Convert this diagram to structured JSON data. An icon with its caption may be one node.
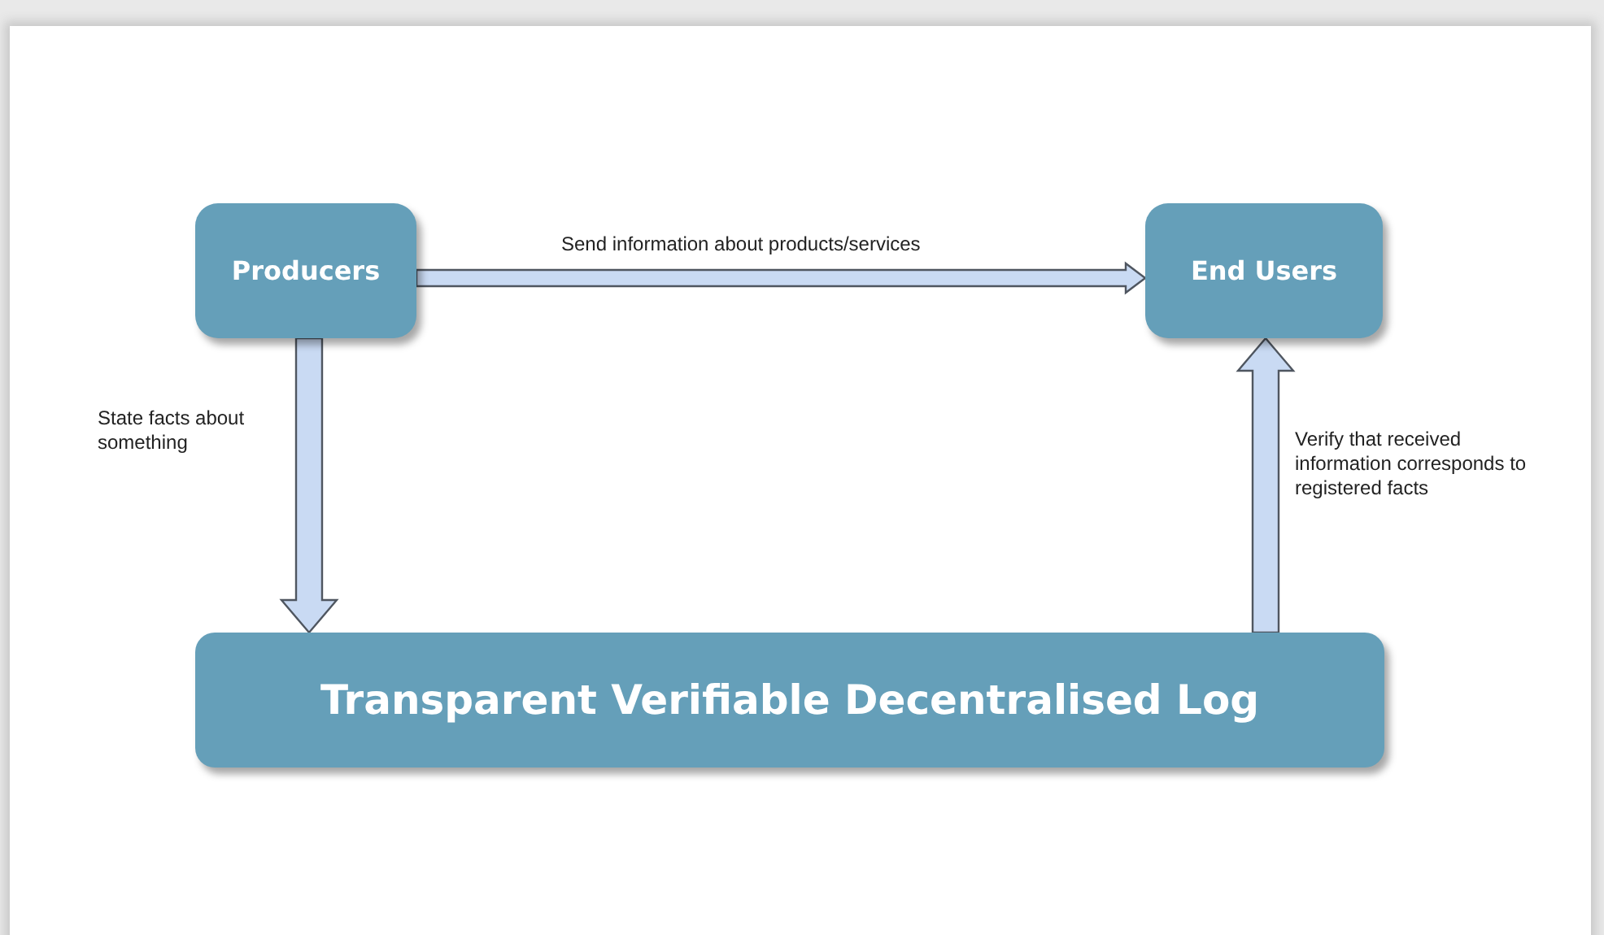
{
  "diagram": {
    "nodes": [
      {
        "text": [
          "Producers"
        ]
      },
      {
        "text": [
          "End Users"
        ]
      },
      {
        "text": [
          "Transparent Verifiable Decentralised Log"
        ]
      }
    ],
    "edges": [
      {
        "from": 0,
        "to": 1,
        "arrow": "to",
        "label": "Send information about products/services"
      },
      {
        "from": 0,
        "to": 2,
        "arrow": "to",
        "label": "State facts about something"
      },
      {
        "from": 2,
        "to": 1,
        "arrow": "to",
        "label": "Verify that received information corresponds to registered facts"
      }
    ]
  }
}
